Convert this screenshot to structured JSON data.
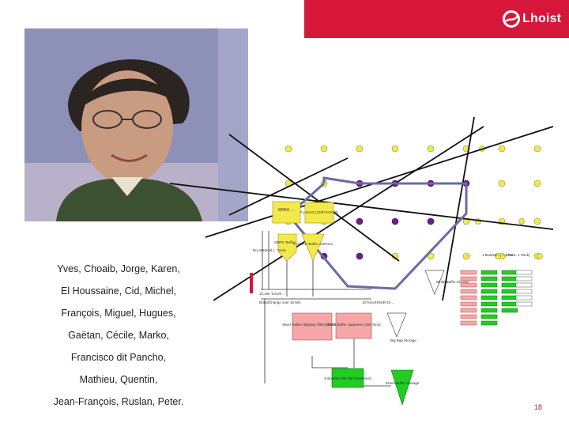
{
  "logo": {
    "text": "Lhoist"
  },
  "people": {
    "lines": [
      "Yves, Choaib, Jorge, Karen,",
      "El Houssaine, Cid, Michel,",
      "François, Miguel, Hugues,",
      "Gaëtan, Cécile, Marko,",
      "Francisco dit Pancho,",
      "Mathieu, Quentin,",
      "Jean-François, Ruslan, Peter."
    ]
  },
  "flow": {
    "silo1": "MPAG ... ",
    "silo2": "FLUSAG (12/5T/HOUR)",
    "hopper1": "MBPC Buffer ...",
    "hopper2": "FLUSAG Buffer 150Tons",
    "dry_material": "Dry Material (...Tons)",
    "conv1": "10,400 Tons/h ...",
    "conv2": "BrandChange over 15 Min",
    "rate": "10 Tons/HOUR 10 ...",
    "mixer": "Mixer Bulker (Bigbag Tiller) (700Tons)",
    "mortar": "Mortar Buffer Japanese (150 Tons)",
    "bigbag": "Big Bag Storage",
    "wlime": "White Buffer Storage",
    "rs1": "Columbia Unit (28 Tons/Hour)",
    "rs2": "Green Buffer Storage",
    "label_a": "1 BLEND ... + 1 Pack",
    "label_b": "(HW ... 1 Pack)",
    "label_c": "... ..."
  },
  "page": {
    "number": "18"
  },
  "colors": {
    "brand": "#d6173a",
    "node": "#f3ea4a",
    "path": "#6a6aa6",
    "purple": "#6b1f8a",
    "green": "#22cc22"
  }
}
